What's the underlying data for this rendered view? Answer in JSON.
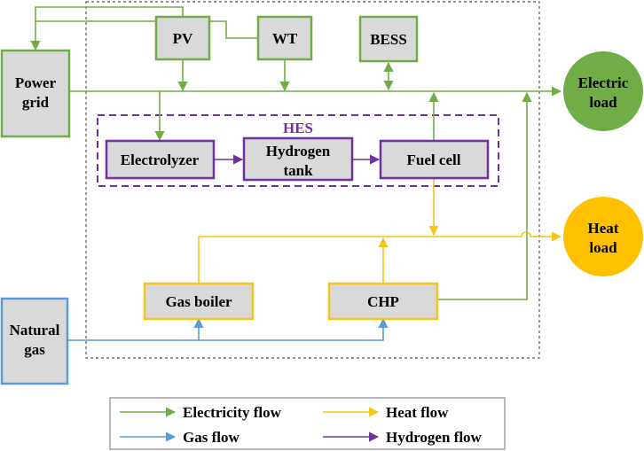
{
  "nodes": {
    "power_grid": "Power\ngrid",
    "pv": "PV",
    "wt": "WT",
    "bess": "BESS",
    "electric_load": "Electric\nload",
    "hes": "HES",
    "electrolyzer": "Electrolyzer",
    "hydrogen_tank": "Hydrogen\ntank",
    "fuel_cell": "Fuel cell",
    "heat_load": "Heat\nload",
    "gas_boiler": "Gas boiler",
    "chp": "CHP",
    "natural_gas": "Natural\ngas"
  },
  "legend": {
    "electricity": "Electricity flow",
    "heat": "Heat flow",
    "gas": "Gas flow",
    "hydrogen": "Hydrogen flow"
  },
  "colors": {
    "electricity": "#70ad47",
    "heat": "#ffc000",
    "gas": "#5b9bd5",
    "hydrogen": "#7030a0"
  }
}
